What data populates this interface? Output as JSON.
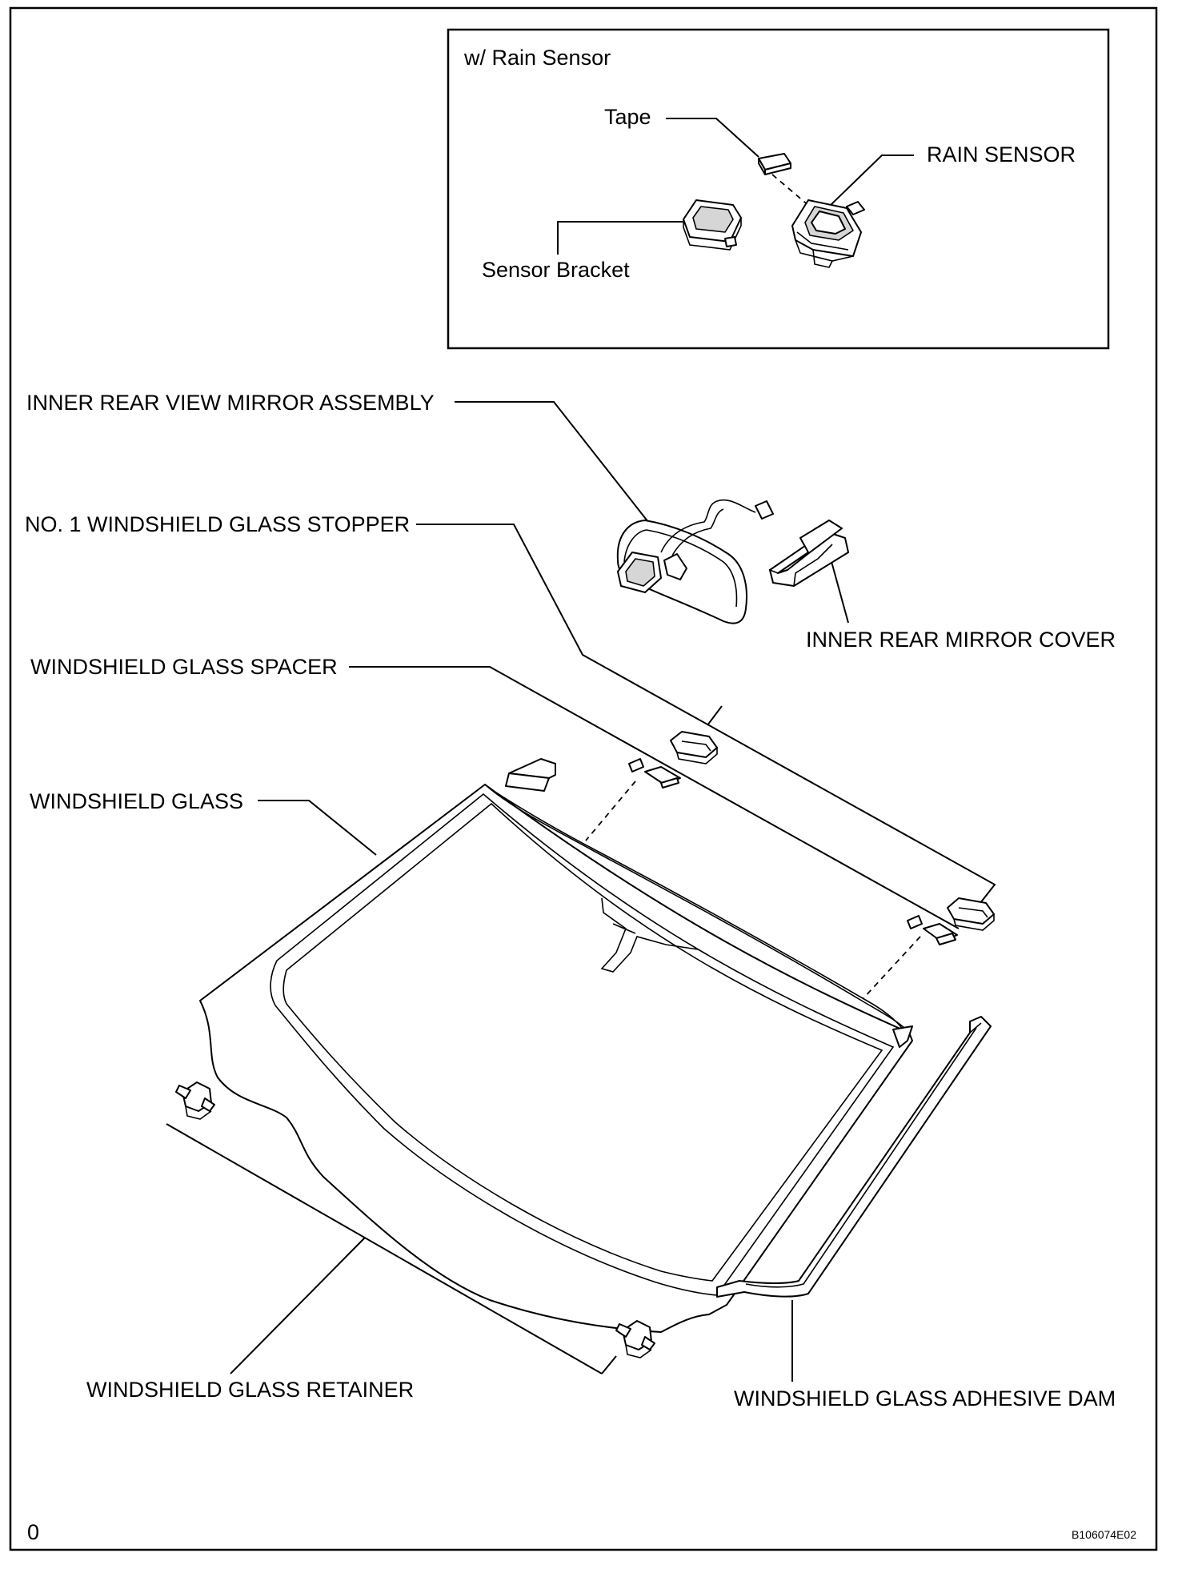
{
  "inset": {
    "title": "w/ Rain Sensor",
    "tape": "Tape",
    "rain_sensor": "RAIN SENSOR",
    "sensor_bracket": "Sensor Bracket"
  },
  "labels": {
    "inner_rear_view_mirror_assembly": "INNER REAR VIEW MIRROR ASSEMBLY",
    "no1_windshield_glass_stopper": "NO. 1 WINDSHIELD GLASS STOPPER",
    "inner_rear_mirror_cover": "INNER REAR MIRROR COVER",
    "windshield_glass_spacer": "WINDSHIELD GLASS SPACER",
    "windshield_glass": "WINDSHIELD GLASS",
    "windshield_glass_retainer": "WINDSHIELD GLASS RETAINER",
    "windshield_glass_adhesive_dam": "WINDSHIELD GLASS ADHESIVE DAM"
  },
  "footer": {
    "page_mark": "0",
    "figure_code": "B106074E02"
  }
}
